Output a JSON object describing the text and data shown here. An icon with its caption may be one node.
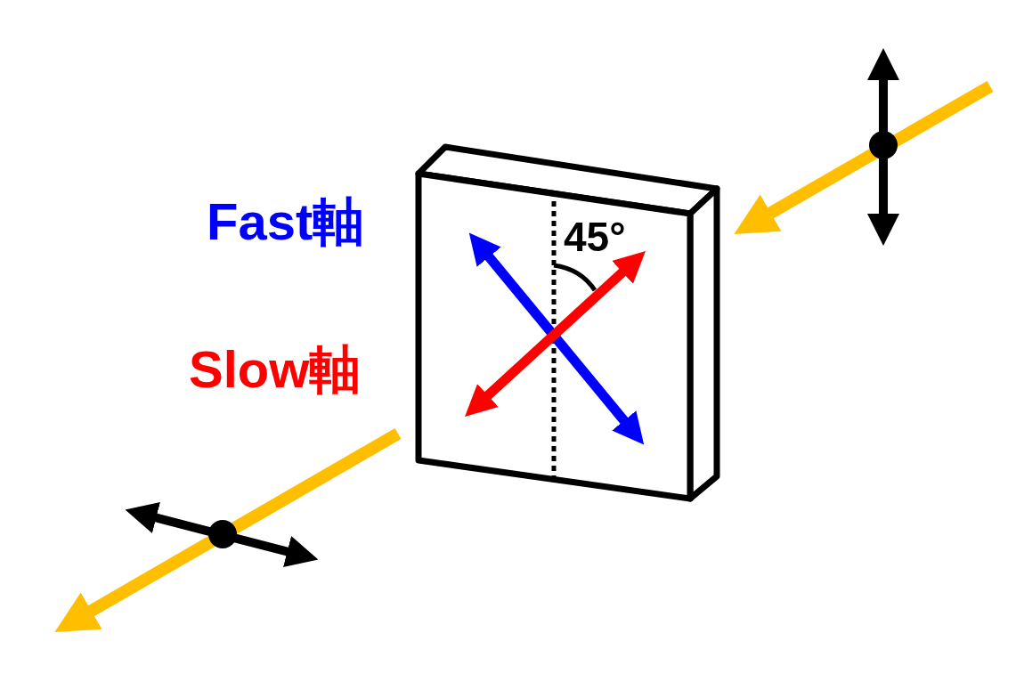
{
  "diagram": {
    "labels": [
      "Fast軸",
      "Slow軸",
      "45°"
    ]
  }
}
